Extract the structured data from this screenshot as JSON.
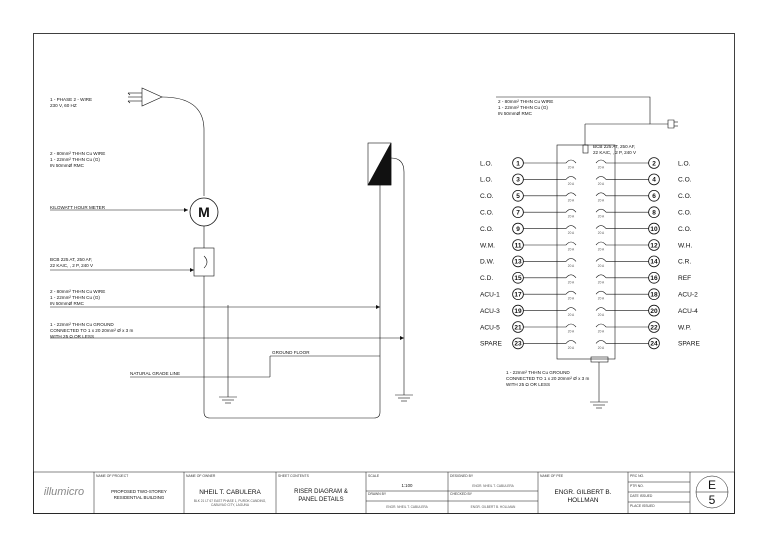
{
  "riser": {
    "service_label_1": "1 - PHASE 2 - WIRE",
    "service_label_2": "230 V, 60 HZ",
    "wire_label_a1": "2 - 80mm² THHN Cu WIRE",
    "wire_label_a2": "1 - 22mm² THHN Cu (G)",
    "wire_label_a3": "IN 50mmØ RMC",
    "meter_label": "KILOWATT HOUR METER",
    "meter_symbol": "M",
    "breaker_label_1": "BCB 225 AT, 250 AF,",
    "breaker_label_2": "22 KAIC, , 2 P, 240 V",
    "wire_label_b1": "2 - 80mm² THHN Cu WIRE",
    "wire_label_b2": "1 - 22mm² THHN Cu (G)",
    "wire_label_b3": "IN 50mmØ RMC",
    "ground_label_1": "1 - 22mm² THHN Cu GROUND",
    "ground_label_2": "CONNECTED TO 1 x 20 20mm² Ø x 3 m",
    "ground_label_3": "WITH 25 Ω OR LESS",
    "ground_floor_label": "GROUND FLOOR",
    "natural_grade_label": "NATURAL GRADE LINE"
  },
  "panel": {
    "feeder_label_1": "2 - 80mm² THHN Cu WIRE",
    "feeder_label_2": "1 - 22mm² THHN Cu (G)",
    "feeder_label_3": "IN 50mmØ RMC",
    "main_breaker_1": "BCB 225 AT, 250 AF,",
    "main_breaker_2": "22 KAIC, , 2 P, 240 V",
    "breaker_rating": "20 A",
    "ground_label_1": "1 - 22mm² THHN Cu GROUND",
    "ground_label_2": "CONNECTED TO 1 x 20 20mm² Ø x 3 m",
    "ground_label_3": "WITH 25 Ω OR LESS",
    "rows": [
      {
        "left_label": "L.O.",
        "left_num": "1",
        "right_num": "2",
        "right_label": "L.O."
      },
      {
        "left_label": "L.O.",
        "left_num": "3",
        "right_num": "4",
        "right_label": "C.O."
      },
      {
        "left_label": "C.O.",
        "left_num": "5",
        "right_num": "6",
        "right_label": "C.O."
      },
      {
        "left_label": "C.O.",
        "left_num": "7",
        "right_num": "8",
        "right_label": "C.O."
      },
      {
        "left_label": "C.O.",
        "left_num": "9",
        "right_num": "10",
        "right_label": "C.O."
      },
      {
        "left_label": "W.M.",
        "left_num": "11",
        "right_num": "12",
        "right_label": "W.H."
      },
      {
        "left_label": "D.W.",
        "left_num": "13",
        "right_num": "14",
        "right_label": "C.R."
      },
      {
        "left_label": "C.D.",
        "left_num": "15",
        "right_num": "16",
        "right_label": "REF"
      },
      {
        "left_label": "ACU-1",
        "left_num": "17",
        "right_num": "18",
        "right_label": "ACU-2"
      },
      {
        "left_label": "ACU-3",
        "left_num": "19",
        "right_num": "20",
        "right_label": "ACU-4"
      },
      {
        "left_label": "ACU-5",
        "left_num": "21",
        "right_num": "22",
        "right_label": "W.P."
      },
      {
        "left_label": "SPARE",
        "left_num": "23",
        "right_num": "24",
        "right_label": "SPARE"
      }
    ]
  },
  "title_block": {
    "logo_text": "illumicro",
    "project_header": "NAME OF PROJECT",
    "project_value_1": "PROPOSED TWO-STOREY",
    "project_value_2": "RESIDENTIAL BUILDING",
    "owner_header": "NAME OF OWNER",
    "owner_value": "NHEIL T. CABULERA",
    "owner_address_1": "BLK 21 LT 67 EAST PHASE 1, PUROK CANDING,",
    "owner_address_2": "CABUYAO CITY, LAGUNA",
    "contents_header": "SHEET CONTENTS",
    "contents_value_1": "RISER DIAGRAM &",
    "contents_value_2": "PANEL DETAILS",
    "scale_header": "SCALE",
    "scale_value": "1:100",
    "drawn_header": "DRAWN BY",
    "drawn_value": "ENGR. NHEIL T. CABULERA",
    "designed_header": "DESIGNED BY",
    "designed_value": "ENGR. NHEIL T. CABULERA",
    "checked_header": "CHECKED BY",
    "checked_value": "ENGR. GILBERT B. HOLLMAN",
    "engineer_header": "NAME OF PEE",
    "engineer_value_1": "ENGR. GILBERT B.",
    "engineer_value_2": "HOLLMAN",
    "prc_header": "PRC NO.",
    "ptr_header": "PTR NO.",
    "date_header": "DATE ISSUED",
    "place_header": "PLACE ISSUED",
    "sheet_letter": "E",
    "sheet_number": "5"
  }
}
